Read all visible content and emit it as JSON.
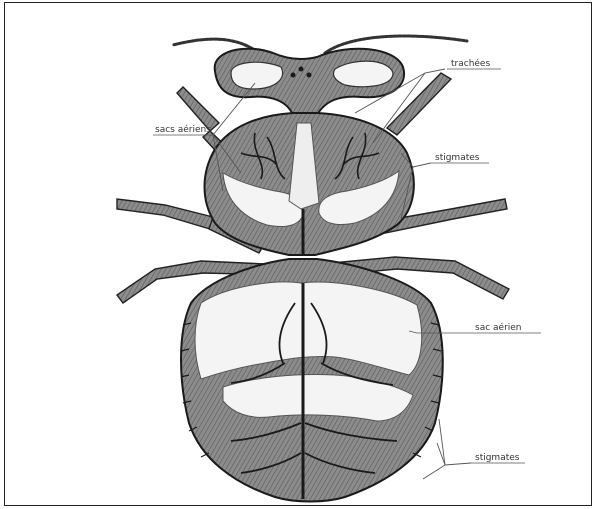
{
  "diagram": {
    "labels": {
      "trachees": "trachées",
      "sacs_aeriens": "sacs aériens",
      "stigmates_top": "stigmates",
      "sac_aerien": "sac aérien",
      "stigmates_bottom": "stigmates"
    },
    "colors": {
      "ink": "#1a1a1a",
      "body_fill": "#9a9a9a",
      "sac_fill": "#f4f4f4",
      "leader_line": "#555555"
    }
  }
}
